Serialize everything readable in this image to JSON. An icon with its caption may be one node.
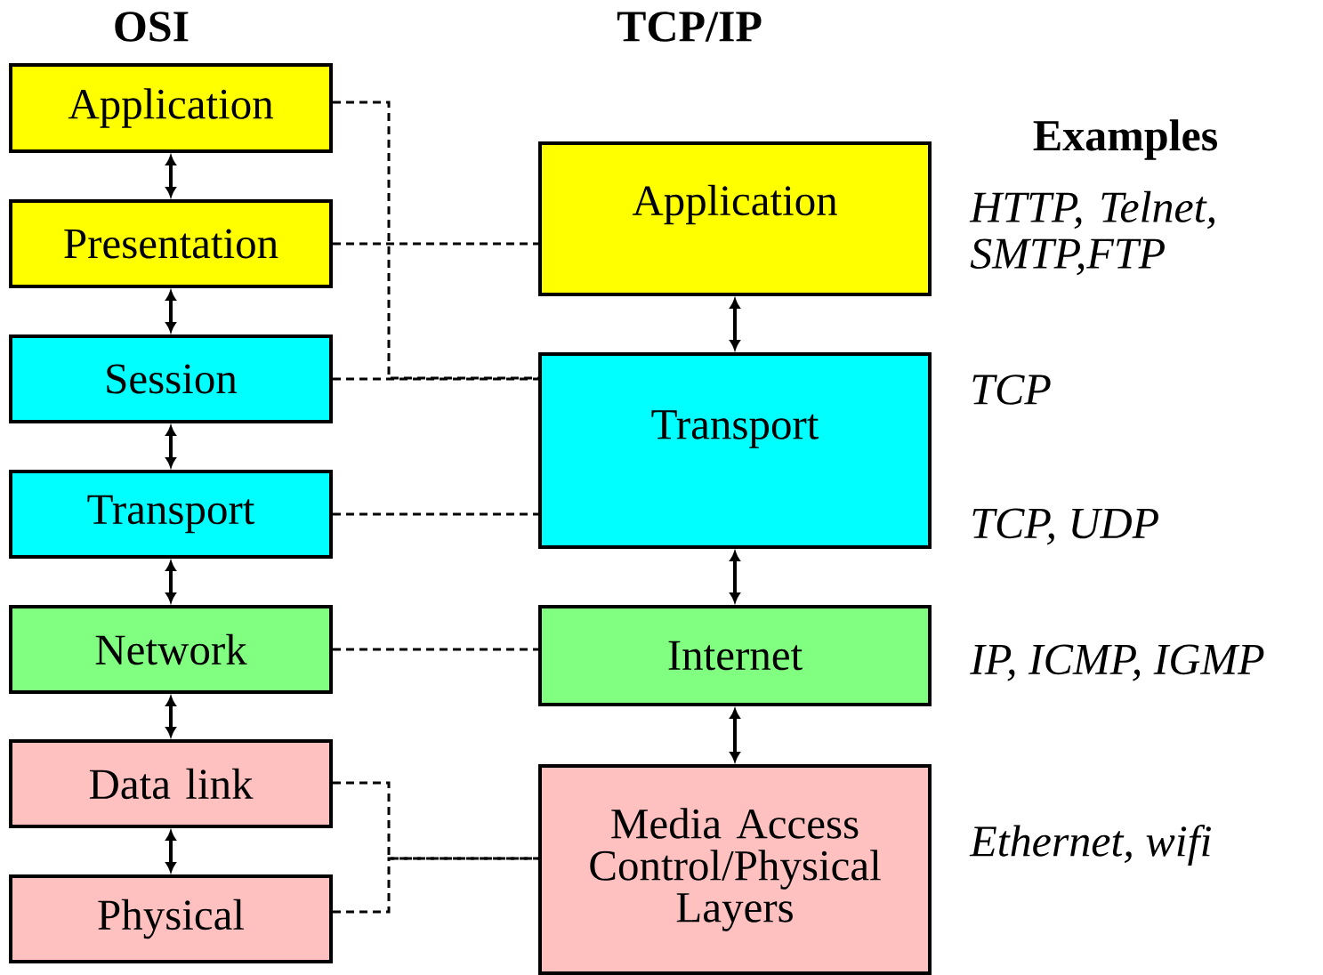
{
  "diagram": {
    "nodes": [
      {
        "text": [
          "Application"
        ]
      },
      {
        "text": [
          "Presentation"
        ]
      },
      {
        "text": [
          "Session"
        ]
      },
      {
        "text": [
          "Transport"
        ]
      },
      {
        "text": [
          "Network"
        ]
      },
      {
        "text": [
          "Data link"
        ]
      },
      {
        "text": [
          "Physical"
        ]
      },
      {
        "text": [
          "Application"
        ]
      },
      {
        "text": [
          "Transport"
        ]
      },
      {
        "text": [
          "Internet"
        ]
      },
      {
        "text": [
          "Media Access Control/Physical Layers"
        ]
      }
    ],
    "edges": [
      {
        "from": 0,
        "to": 1,
        "arrow": "both"
      },
      {
        "from": 1,
        "to": 2,
        "arrow": "both"
      },
      {
        "from": 2,
        "to": 3,
        "arrow": "both"
      },
      {
        "from": 3,
        "to": 4,
        "arrow": "both"
      },
      {
        "from": 4,
        "to": 5,
        "arrow": "both"
      },
      {
        "from": 5,
        "to": 6,
        "arrow": "both"
      },
      {
        "from": 7,
        "to": 8,
        "arrow": "both"
      },
      {
        "from": 8,
        "to": 9,
        "arrow": "both"
      },
      {
        "from": 9,
        "to": 10,
        "arrow": "both"
      },
      {
        "from": 0,
        "to": 8,
        "arrow": "none",
        "style": "dashed"
      },
      {
        "from": 1,
        "to": 7,
        "arrow": "none",
        "style": "dashed"
      },
      {
        "from": 2,
        "to": 8,
        "arrow": "none",
        "style": "dashed"
      },
      {
        "from": 3,
        "to": 8,
        "arrow": "none",
        "style": "dashed"
      },
      {
        "from": 4,
        "to": 9,
        "arrow": "none",
        "style": "dashed"
      },
      {
        "from": 5,
        "to": 10,
        "arrow": "none",
        "style": "dashed"
      },
      {
        "from": 6,
        "to": 10,
        "arrow": "none",
        "style": "dashed"
      }
    ],
    "labels": [
      "OSI",
      "TCP/IP",
      "Examples",
      "HTTP, Telnet, SMTP,FTP",
      "TCP",
      "TCP, UDP",
      "IP, ICMP, IGMP",
      "Ethernet, wifi"
    ]
  }
}
